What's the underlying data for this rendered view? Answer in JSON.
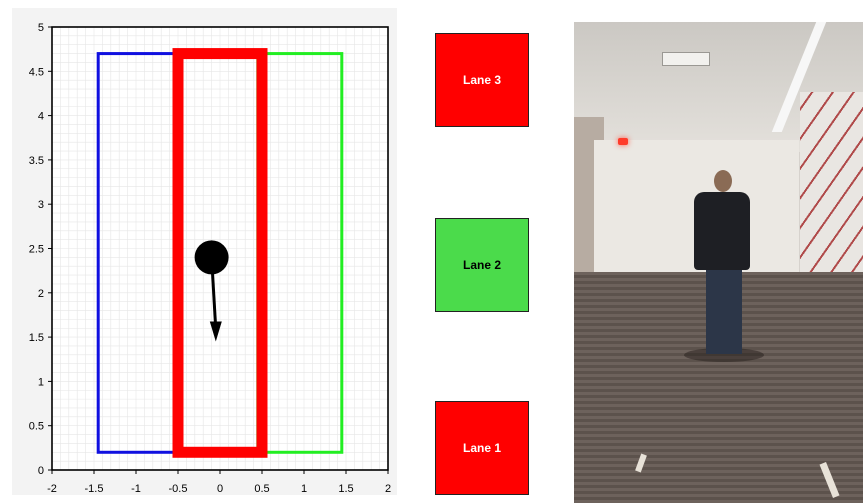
{
  "plot": {
    "x_ticks": [
      "-2",
      "-1.5",
      "-1",
      "-0.5",
      "0",
      "0.5",
      "1",
      "1.5",
      "2"
    ],
    "y_ticks": [
      "0",
      "0.5",
      "1",
      "1.5",
      "2",
      "2.5",
      "3",
      "3.5",
      "4",
      "4.5",
      "5"
    ],
    "xlim": [
      -2,
      2
    ],
    "ylim": [
      0,
      5
    ],
    "lanes": [
      {
        "x_min": -1.45,
        "x_max": -0.5,
        "y_min": 0.2,
        "y_max": 4.7,
        "color": "#1010e0",
        "highlighted": false
      },
      {
        "x_min": -0.5,
        "x_max": 0.5,
        "y_min": 0.2,
        "y_max": 4.7,
        "color": "#ff0000",
        "highlighted": true
      },
      {
        "x_min": 0.45,
        "x_max": 1.45,
        "y_min": 0.2,
        "y_max": 4.7,
        "color": "#22ee22",
        "highlighted": false
      }
    ],
    "person": {
      "x": -0.1,
      "y": 2.4
    },
    "direction": {
      "x": -0.05,
      "y": 1.45
    },
    "grid": true
  },
  "lane_indicators": [
    {
      "label": "Lane 3",
      "color": "#ff0000"
    },
    {
      "label": "Lane 2",
      "color": "#4bdb4b"
    },
    {
      "label": "Lane 1",
      "color": "#ff0000"
    }
  ]
}
